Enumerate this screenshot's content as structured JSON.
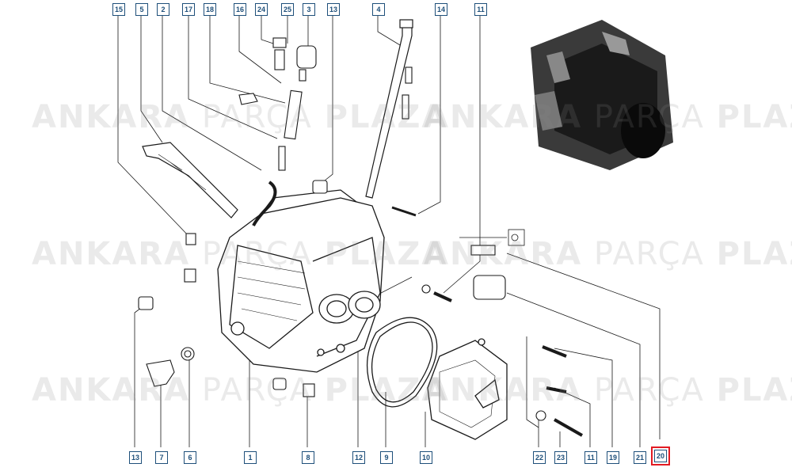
{
  "diagram": {
    "watermark": {
      "brand_a": "ANKARA",
      "brand_b": "PARÇA",
      "brand_c": "PLAZA"
    },
    "colors": {
      "line": "#1a1a1a",
      "callout": "#1e4f7a",
      "highlight": "#e31b23",
      "watermark": "#c8c8c8"
    },
    "callouts_top": [
      "15",
      "5",
      "2",
      "17",
      "18",
      "16",
      "24",
      "25",
      "3",
      "13",
      "4",
      "14",
      "11"
    ],
    "callouts_bottom": [
      "13",
      "7",
      "6",
      "1",
      "8",
      "12",
      "9",
      "10",
      "22",
      "23",
      "11",
      "19",
      "21",
      "20"
    ],
    "highlighted": "20"
  }
}
